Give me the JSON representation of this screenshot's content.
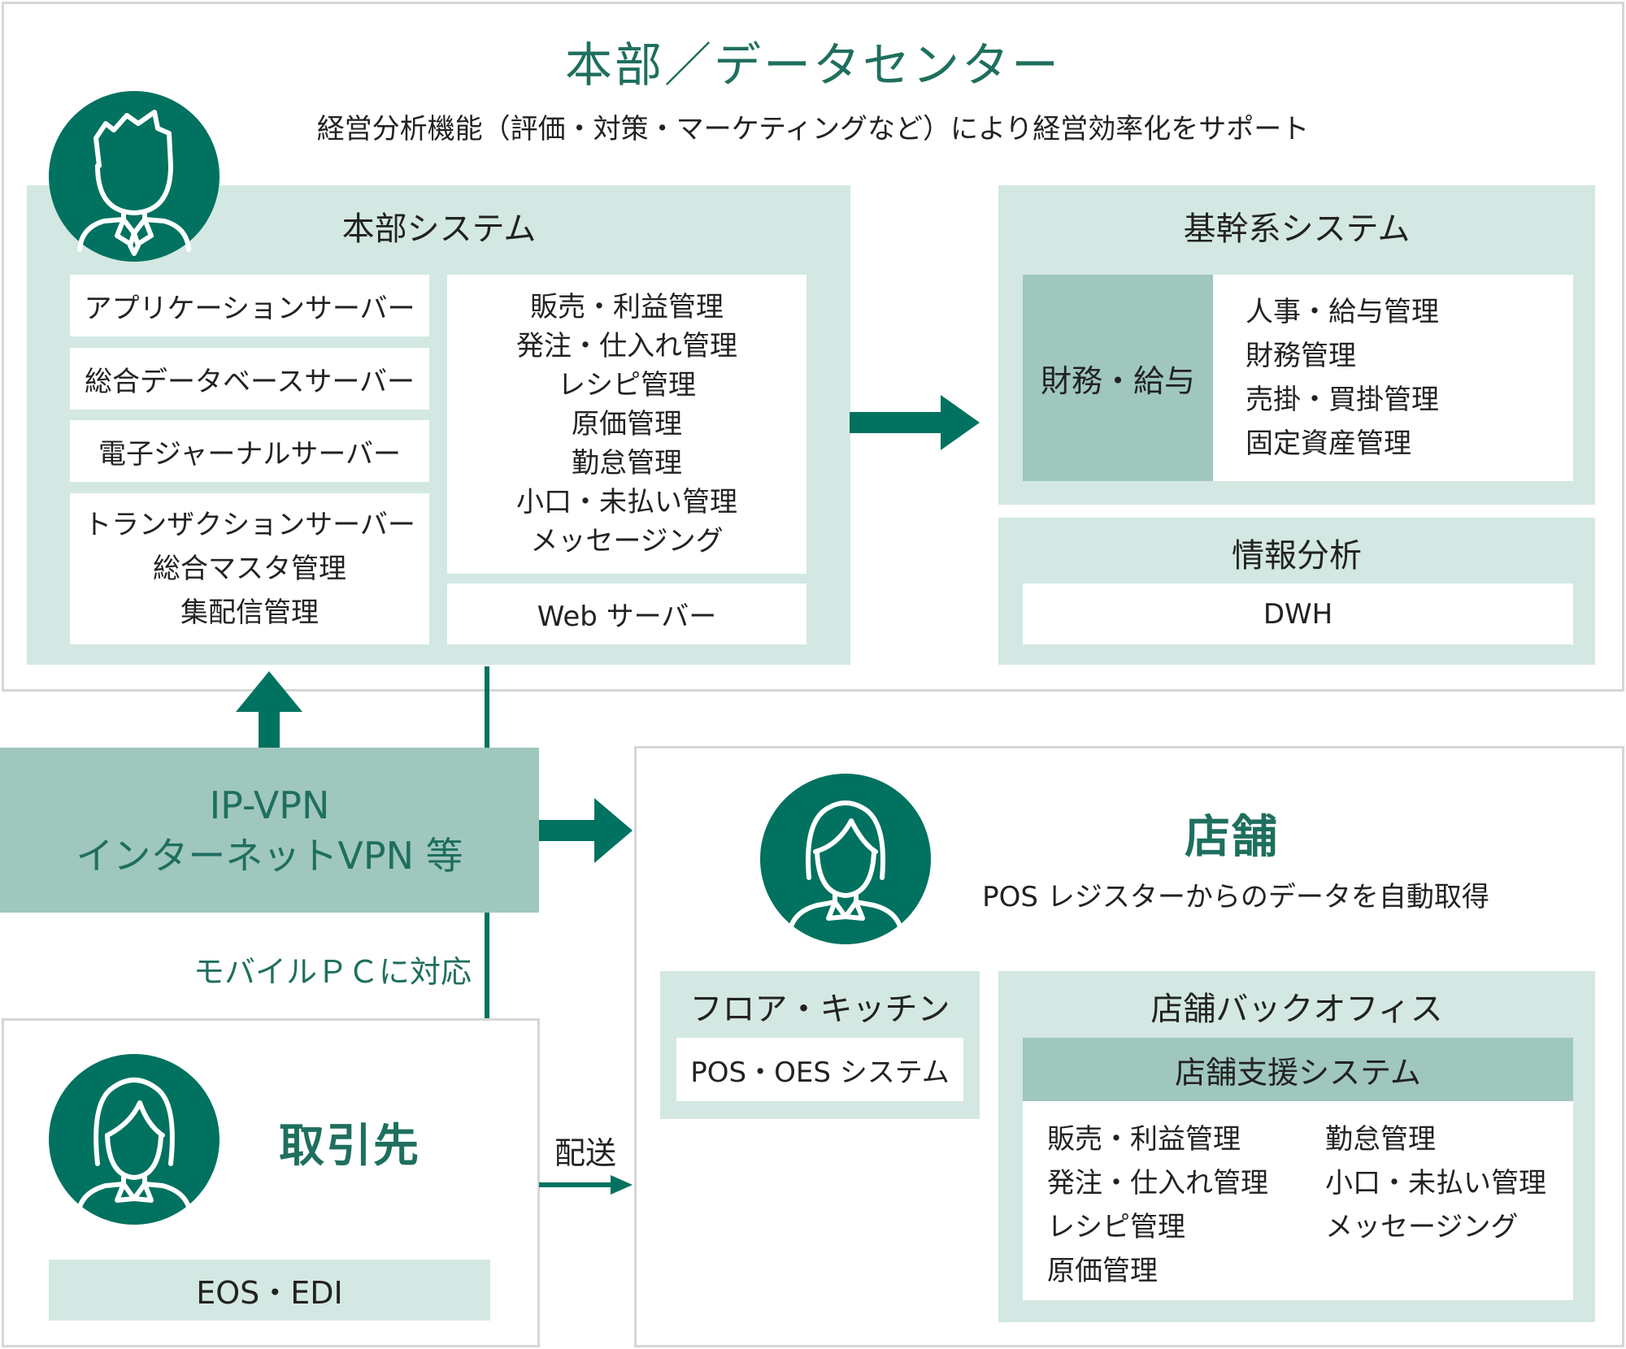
{
  "hq": {
    "title": "本部／データセンター",
    "subtitle": "経営分析機能（評価・対策・マーケティングなど）により経営効率化をサポート",
    "system": {
      "title": "本部システム",
      "left_items": [
        "アプリケーションサーバー",
        "総合データベースサーバー",
        "電子ジャーナルサーバー"
      ],
      "transaction": [
        "トランザクションサーバー",
        "総合マスタ管理",
        "集配信管理"
      ],
      "functions": [
        "販売・利益管理",
        "発注・仕入れ管理",
        "レシピ管理",
        "原価管理",
        "勤怠管理",
        "小口・未払い管理",
        "メッセージング"
      ],
      "web": "Web サーバー"
    },
    "core": {
      "title": "基幹系システム",
      "finance": "財務・給与",
      "items": [
        "人事・給与管理",
        "財務管理",
        "売掛・買掛管理",
        "固定資産管理"
      ]
    },
    "analysis": {
      "title": "情報分析",
      "item": "DWH"
    }
  },
  "network": {
    "line1": "IP-VPN",
    "line2": "インターネットVPN 等",
    "mobile": "モバイルＰＣに対応"
  },
  "supplier": {
    "title": "取引先",
    "item": "EOS・EDI",
    "delivery": "配送"
  },
  "store": {
    "title": "店舗",
    "subtitle": "POS レジスターからのデータを自動取得",
    "floor": {
      "title": "フロア・キッチン",
      "item": "POS・OES システム"
    },
    "back": {
      "title": "店舗バックオフィス",
      "support_title": "店舗支援システム",
      "col1": [
        "販売・利益管理",
        "発注・仕入れ管理",
        "レシピ管理",
        "原価管理"
      ],
      "col2": [
        "勤怠管理",
        "小口・未払い管理",
        "メッセージング"
      ]
    }
  },
  "colors": {
    "brand": "#00725f",
    "accent_text": "#1f6f5e",
    "panel": "#d3e8e3",
    "dark_panel": "#9fc7be",
    "frame": "#d6d6d6"
  },
  "icons": [
    "male-person-icon",
    "female-person-icon",
    "arrow-right-icon",
    "arrow-up-icon"
  ]
}
